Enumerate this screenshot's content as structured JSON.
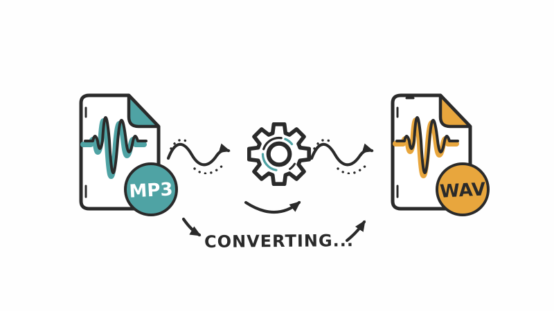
{
  "canvas": {
    "background_color": "#FDFDFD",
    "ink_color": "#2A2A2A"
  },
  "colors": {
    "teal": "#4FA3A4",
    "orange": "#E8A63D",
    "ink": "#2A2A2A",
    "paper": "#FFFFFF"
  },
  "source_file": {
    "icon": "audio-file-icon",
    "format_badge": "MP3",
    "accent_color": "#4FA3A4",
    "badge_text_color": "#FFFFFF",
    "waveform_icon": "waveform-icon"
  },
  "converter": {
    "icon": "gear-icon",
    "status_text": "CONVERTING..."
  },
  "target_file": {
    "icon": "audio-file-icon",
    "format_badge": "WAV",
    "accent_color": "#E8A63D",
    "badge_text_color": "#2A2A2A",
    "waveform_icon": "waveform-icon"
  },
  "arrows": {
    "source_to_converter": "dotted-wavy-arrow-icon",
    "converter_to_target": "dotted-wavy-arrow-icon",
    "under_converter": "curved-arrow-icon",
    "status_left": "curved-arrow-icon",
    "status_right": "curved-arrow-icon"
  }
}
